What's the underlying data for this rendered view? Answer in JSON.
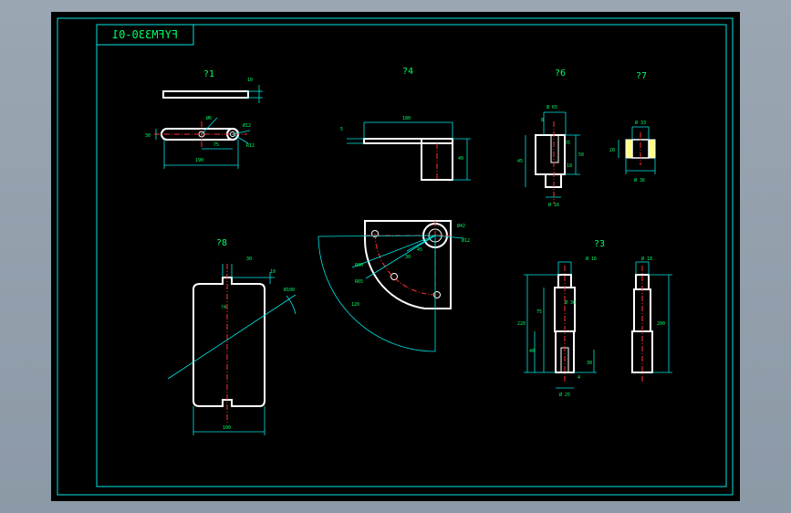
{
  "drawing": {
    "title": "FYFM330-01",
    "views": [
      {
        "id": "v1",
        "label": "?1"
      },
      {
        "id": "v4",
        "label": "?4"
      },
      {
        "id": "v6",
        "label": "?6"
      },
      {
        "id": "v7",
        "label": "?7"
      },
      {
        "id": "v8",
        "label": "?8"
      },
      {
        "id": "v3",
        "label": "?3"
      }
    ]
  },
  "dims": {
    "v1_thk": "10",
    "v1_len": "190",
    "v1_pitch": "75",
    "v1_w": "30",
    "v1_d1": "Ø6",
    "v1_d2": "Ø12",
    "v1_r": "R12",
    "v4_len": "180",
    "v4_thk": "5",
    "v4_h": "40",
    "v6_top": "Ø 65",
    "v6_a": "8",
    "v6_b": "25",
    "v6_c": "50",
    "v6_d": "18",
    "v6_h": "45",
    "v6_bot": "Ø 16",
    "v7_top": "Ø 33",
    "v7_h": "20",
    "v7_bot": "Ø 36",
    "fan_r": "R80",
    "fan_r2": "R65",
    "fan_d": "Ø42",
    "fan_a": "45",
    "fan_b": "30",
    "fan_c": "120",
    "fan_e": "Ø12",
    "v8_top": "30",
    "v8_side": "10",
    "v8_dia": "Ø100",
    "v8_mid": "?4",
    "v8_w": "100",
    "v3_top": "Ø 16",
    "v3_top2": "Ø 18",
    "v3_mid": "Ø 30",
    "v3_h1": "220",
    "v3_h2": "75",
    "v3_h3": "40",
    "v3_h4": "30",
    "v3_bot": "Ø 25",
    "v3_slot": "4",
    "v3_r_h": "200"
  }
}
